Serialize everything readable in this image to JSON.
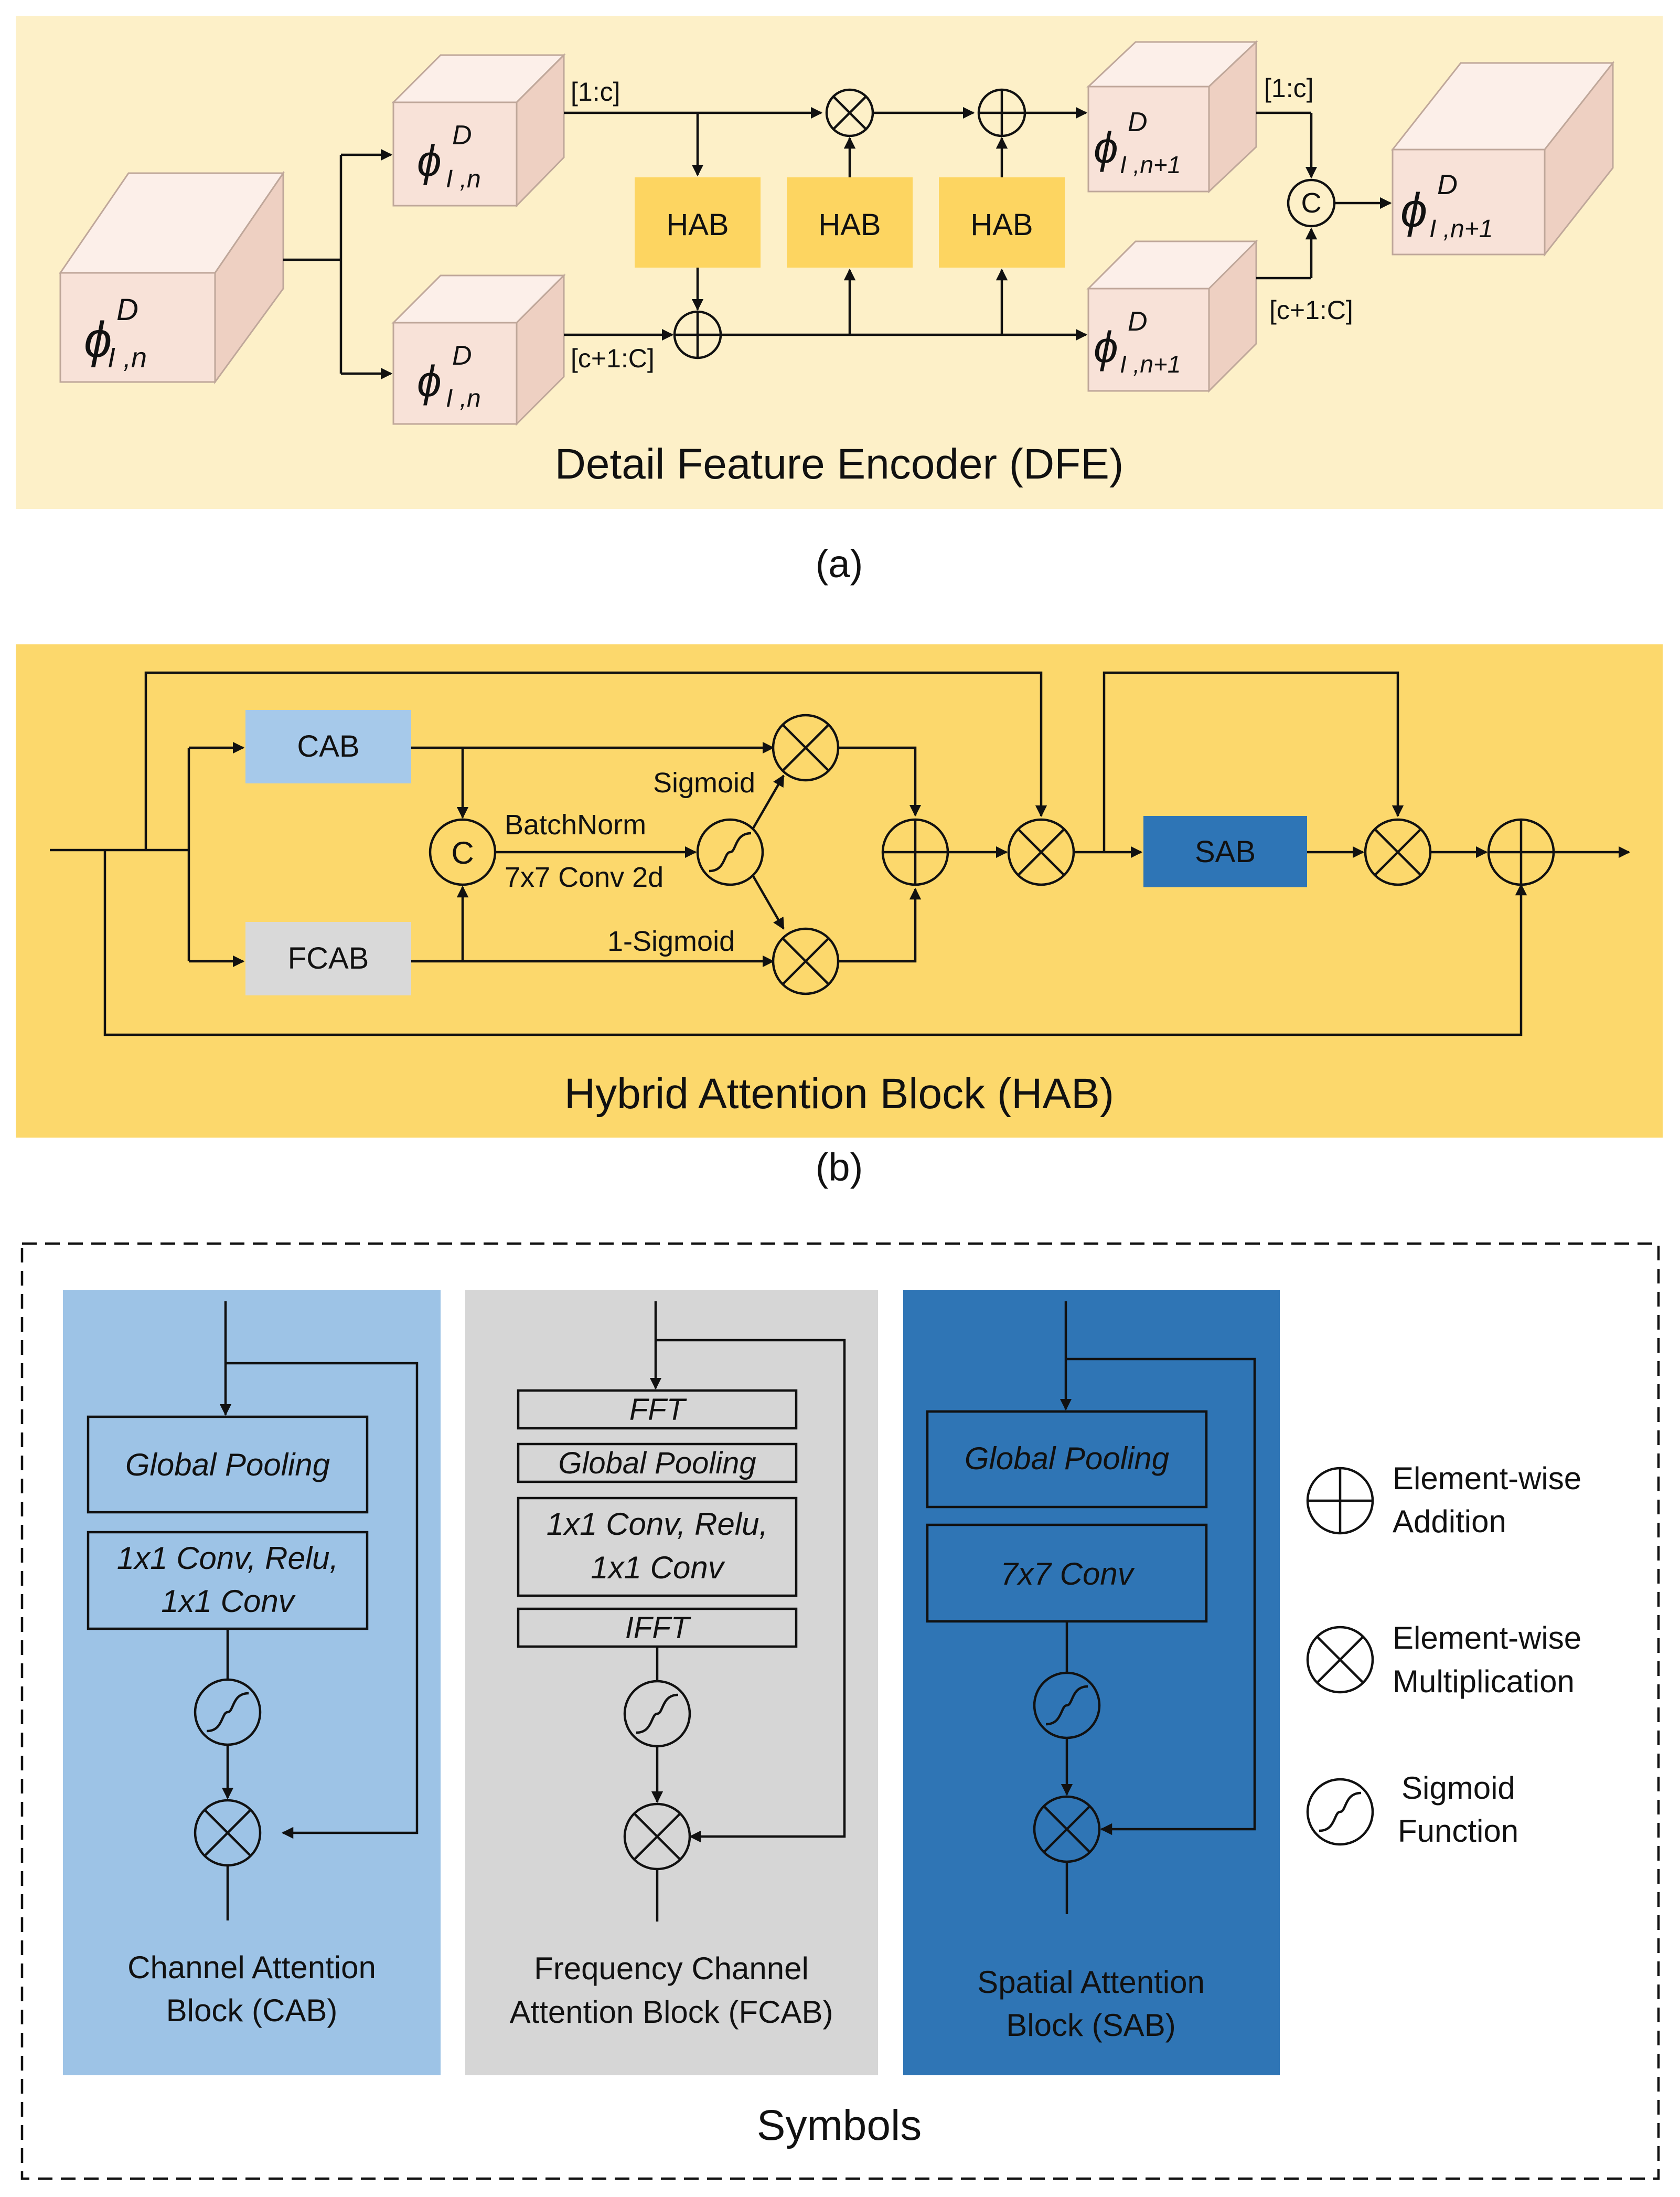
{
  "colors": {
    "dfe_panel": "#fdf0c8",
    "hab_panel": "#fcd86c",
    "hab_block": "#fdd561",
    "cab_block": "#a6c9ea",
    "fcab_block": "#d9d9d9",
    "sab_block": "#2e75b6",
    "cab_panel": "#9dc3e6",
    "fcab_panel": "#d6d6d6",
    "sab_panel": "#2f75b5",
    "cube_front": "#f8e2d8",
    "cube_top": "#fcefe9",
    "cube_side": "#eed0c2"
  },
  "panel_a": {
    "title": "Detail Feature Encoder (DFE)",
    "caption": "(a)",
    "phi_main": "ϕ",
    "phi_sup": "D",
    "sub_n": "I ,n",
    "sub_n1": "I ,n+1",
    "split_top": "[1:c]",
    "split_bottom": "[c+1:C]",
    "merge_top": "[1:c]",
    "merge_bottom": "[c+1:C]",
    "hab_label": "HAB",
    "concat_symbol": "C"
  },
  "panel_b": {
    "title": "Hybrid Attention Block (HAB)",
    "caption": "(b)",
    "cab": "CAB",
    "fcab": "FCAB",
    "sab": "SAB",
    "concat_symbol": "C",
    "sigmoid": "Sigmoid",
    "batchnorm": "BatchNorm",
    "conv": "7x7 Conv 2d",
    "one_minus_sigmoid": "1-Sigmoid"
  },
  "panel_c": {
    "title": "Symbols",
    "cab": {
      "pool": "Global Pooling",
      "conv_line1": "1x1 Conv, Relu,",
      "conv_line2": "1x1 Conv",
      "label_line1": "Channel Attention",
      "label_line2": "Block (CAB)"
    },
    "fcab": {
      "fft": "FFT",
      "pool": "Global Pooling",
      "conv_line1": "1x1 Conv, Relu,",
      "conv_line2": "1x1 Conv",
      "ifft": "IFFT",
      "label_line1": "Frequency Channel",
      "label_line2": "Attention Block (FCAB)"
    },
    "sab": {
      "pool": "Global Pooling",
      "conv": "7x7 Conv",
      "label_line1": "Spatial Attention",
      "label_line2": "Block (SAB)"
    },
    "legend": {
      "add_line1": "Element-wise",
      "add_line2": "Addition",
      "mul_line1": "Element-wise",
      "mul_line2": "Multiplication",
      "sig_line1": "Sigmoid",
      "sig_line2": "Function"
    }
  }
}
